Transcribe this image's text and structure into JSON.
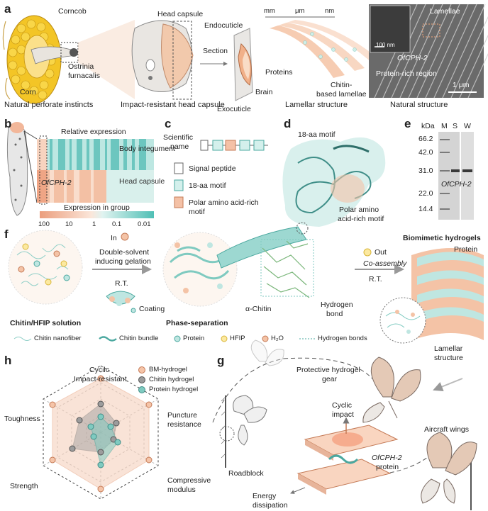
{
  "panels": {
    "a": {
      "label": "a",
      "callouts": {
        "corncob": "Corncob",
        "head_capsule": "Head capsule",
        "endocuticle": "Endocuticle",
        "section": "Section",
        "exocuticle": "Exocuticle",
        "brain": "Brain",
        "corn": "Corn",
        "ostrinia_1": "Ostrinia",
        "ostrinia_2": "furnacalis",
        "proteins": "Proteins",
        "chitin_1": "Chitin-",
        "chitin_2": "based lamellae",
        "lamellae": "Lamellae",
        "scale_100nm": "100 nm",
        "ofcph2": "OfCPH-2",
        "protein_rich": "Protein-rich region",
        "scale_1um": "1 μm"
      },
      "scale_bar": [
        "mm",
        "μm",
        "nm"
      ],
      "captions": [
        "Natural perforate instincts",
        "Impact-resistant head capsule",
        "Lamellar structure",
        "Natural structure"
      ]
    },
    "b": {
      "label": "b",
      "title": "Relative expression",
      "rows": [
        "Body integument",
        "Head capsule"
      ],
      "row_label": "OfCPH-2",
      "legend_title": "Expression in group",
      "legend_ticks": [
        "100",
        "10",
        "1",
        "0.1",
        "0.01"
      ]
    },
    "c": {
      "label": "c",
      "sci_name_1": "Scientific",
      "sci_name_2": "name",
      "legend": [
        "Signal peptide",
        "18-aa motif",
        "Polar amino acid-rich",
        "motif"
      ]
    },
    "d": {
      "label": "d",
      "motif_18aa": "18-aa motif",
      "polar_1": "Polar amino",
      "polar_2": "acid-rich motif"
    },
    "e": {
      "label": "e",
      "kda": "kDa",
      "lanes": [
        "M",
        "S",
        "W"
      ],
      "markers": [
        "66.2",
        "42.0",
        "31.0",
        "22.0",
        "14.4"
      ],
      "band_label": "OfCPH-2"
    },
    "f": {
      "label": "f",
      "in": "In",
      "double_1": "Double-solvent",
      "double_2": "inducing gelation",
      "rt": "R.T.",
      "coating": "Coating",
      "solution": "Chitin/HFIP solution",
      "phase": "Phase-separation",
      "alpha_chitin": "α-Chitin",
      "hbond_1": "Hydrogen",
      "hbond_2": "bond",
      "out": "Out",
      "coassembly": "Co-assembly",
      "rt2": "R.T.",
      "biomimetic": "Biomimetic hydrogels",
      "protein": "Protein",
      "lamellar_1": "Lamellar",
      "lamellar_2": "structure",
      "legend": [
        "Chitin nanofiber",
        "Chitin bundle",
        "Protein",
        "HFIP",
        "H₂O",
        "Hydrogen bonds"
      ]
    },
    "h": {
      "label": "h",
      "axes": [
        "Cycilc",
        "Impact-resistant",
        "Puncture",
        "resistance",
        "Compressive",
        "modulus",
        "Strength",
        "Toughness"
      ],
      "legend": [
        "BM-hydrogel",
        "Chitin hydrogel",
        "Protein hydrogel"
      ]
    },
    "g": {
      "label": "g",
      "gear_1": "Protective hydrogel",
      "gear_2": "gear",
      "cyclic_1": "Cyclic",
      "cyclic_2": "impact",
      "roadblock": "Roadblock",
      "protein_1": "OfCPH-2",
      "protein_2": "protein",
      "aircraft": "Aircraft wings",
      "energy_1": "Energy",
      "energy_2": "dissipation"
    }
  },
  "colors": {
    "peach": "#f2b79a",
    "teal": "#6cc6bf",
    "corn": "#f5c21c",
    "gray": "#8c8c8c"
  }
}
